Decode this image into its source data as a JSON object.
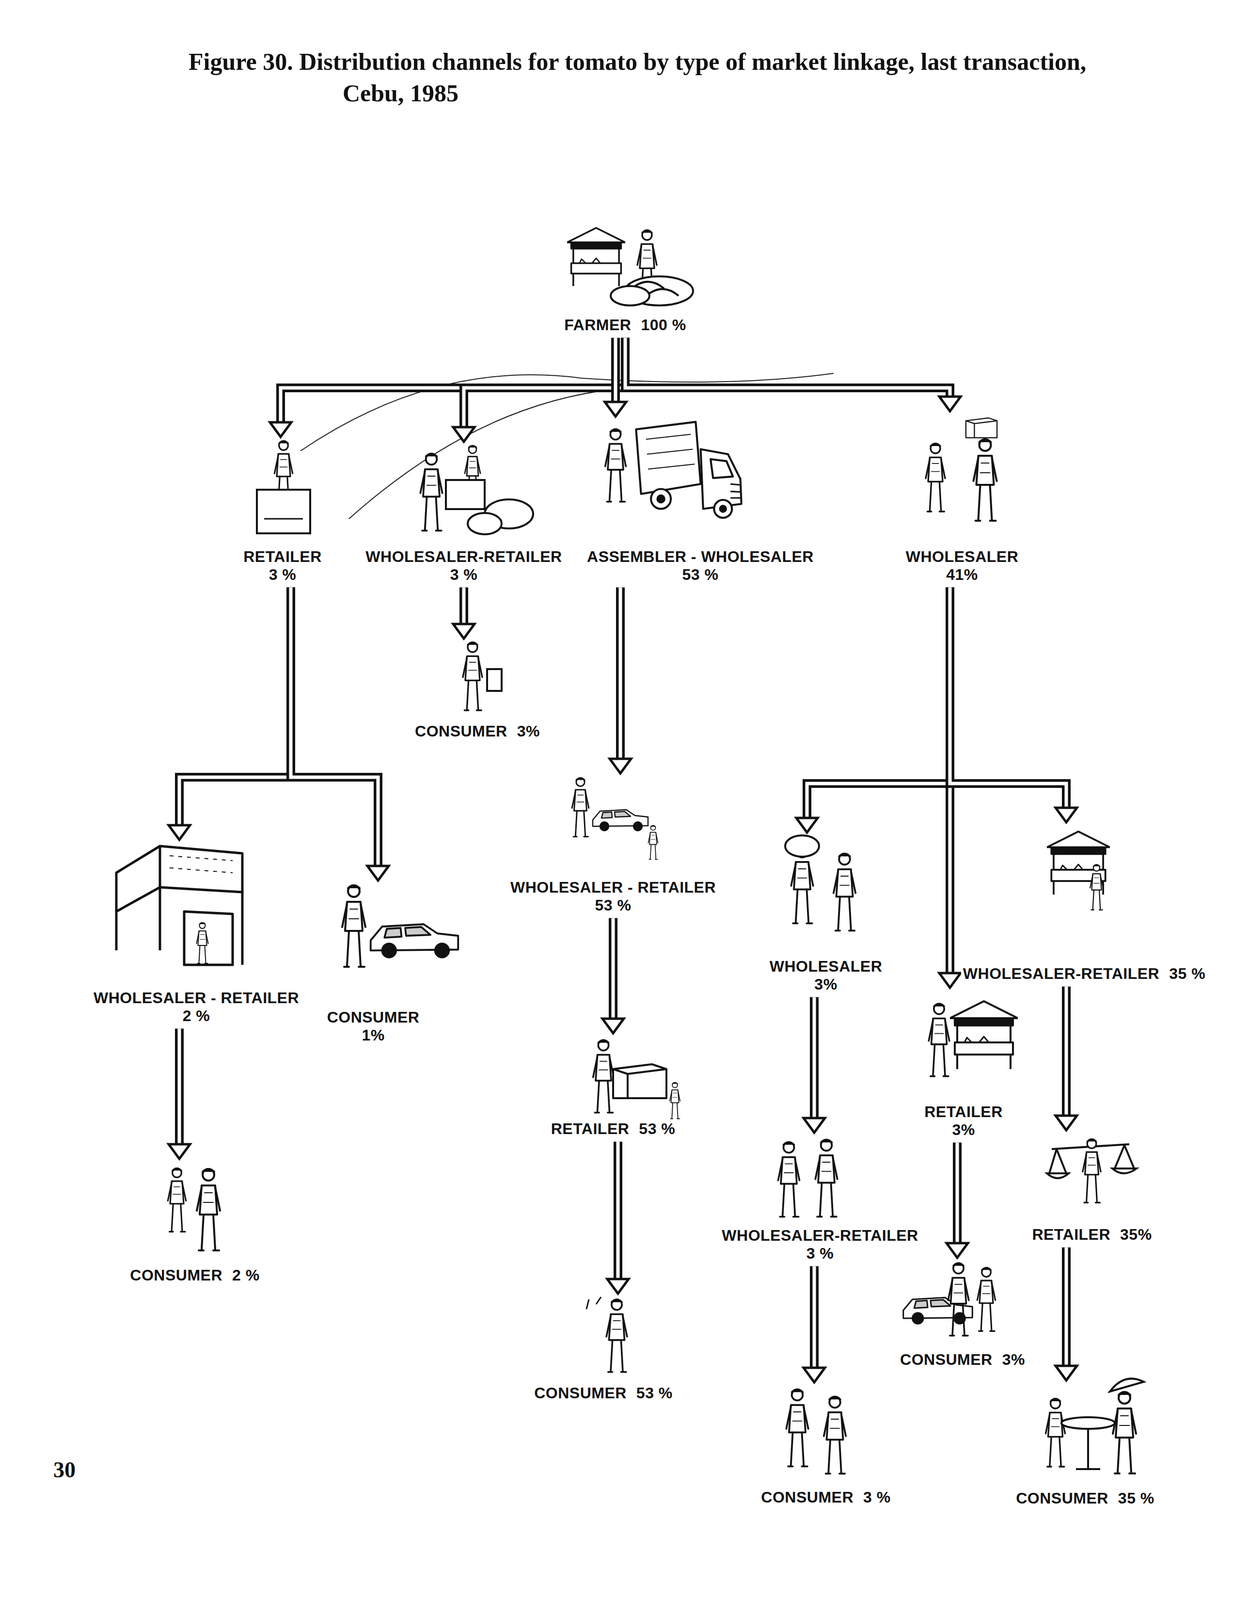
{
  "diagram": {
    "title": "Figure 30. Distribution channels for tomato by type of market linkage, last transaction, Cebu, 1985",
    "nodes": [
      {
        "text": [
          "FARMER",
          "100 %"
        ]
      },
      {
        "text": [
          "RETAILER",
          "3 %"
        ]
      },
      {
        "text": [
          "WHOLESALER-RETAILER",
          "3 %"
        ]
      },
      {
        "text": [
          "ASSEMBLER - WHOLESALER",
          "53 %"
        ]
      },
      {
        "text": [
          "WHOLESALER",
          "41%"
        ]
      },
      {
        "text": [
          "CONSUMER",
          "3%"
        ]
      },
      {
        "text": [
          "WHOLESALER - RETAILER",
          "2 %"
        ]
      },
      {
        "text": [
          "CONSUMER",
          "1%"
        ]
      },
      {
        "text": [
          "WHOLESALER - RETAILER",
          "53 %"
        ]
      },
      {
        "text": [
          "WHOLESALER",
          "3%"
        ]
      },
      {
        "text": [
          "WHOLESALER-RETAILER",
          "35 %"
        ]
      },
      {
        "text": [
          "RETAILER",
          "53 %"
        ]
      },
      {
        "text": [
          "RETAILER",
          "3%"
        ]
      },
      {
        "text": [
          "RETAILER",
          "35%"
        ]
      },
      {
        "text": [
          "WHOLESALER-RETAILER",
          "3 %"
        ]
      },
      {
        "text": [
          "CONSUMER",
          "2 %"
        ]
      },
      {
        "text": [
          "CONSUMER",
          "53 %"
        ]
      },
      {
        "text": [
          "CONSUMER",
          "3%"
        ]
      },
      {
        "text": [
          "CONSUMER",
          "3 %"
        ]
      },
      {
        "text": [
          "CONSUMER",
          "35 %"
        ]
      }
    ],
    "edges": [
      {
        "from": 0,
        "to": 1,
        "arrow": "to"
      },
      {
        "from": 0,
        "to": 2,
        "arrow": "to"
      },
      {
        "from": 0,
        "to": 3,
        "arrow": "to"
      },
      {
        "from": 0,
        "to": 4,
        "arrow": "to"
      },
      {
        "from": 1,
        "to": 6,
        "arrow": "to"
      },
      {
        "from": 1,
        "to": 7,
        "arrow": "to"
      },
      {
        "from": 2,
        "to": 5,
        "arrow": "to"
      },
      {
        "from": 3,
        "to": 8,
        "arrow": "to"
      },
      {
        "from": 4,
        "to": 9,
        "arrow": "to"
      },
      {
        "from": 4,
        "to": 12,
        "arrow": "to"
      },
      {
        "from": 4,
        "to": 10,
        "arrow": "to"
      },
      {
        "from": 6,
        "to": 15,
        "arrow": "to"
      },
      {
        "from": 8,
        "to": 11,
        "arrow": "to"
      },
      {
        "from": 11,
        "to": 16,
        "arrow": "to"
      },
      {
        "from": 9,
        "to": 14,
        "arrow": "to"
      },
      {
        "from": 14,
        "to": 18,
        "arrow": "to"
      },
      {
        "from": 12,
        "to": 17,
        "arrow": "to"
      },
      {
        "from": 10,
        "to": 13,
        "arrow": "to"
      },
      {
        "from": 13,
        "to": 19,
        "arrow": "to"
      }
    ],
    "labels": [
      "30"
    ]
  }
}
